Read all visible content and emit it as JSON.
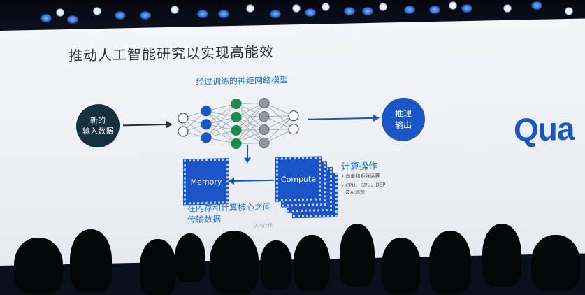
{
  "slide": {
    "title": "推动人工智能研究以实现高能效",
    "nn_label": "经过训练的神经网络模型",
    "input_node": {
      "line1": "新的",
      "line2": "输入数据"
    },
    "output_node": {
      "line1": "推理",
      "line2": "输出"
    },
    "memory_label": "Memory",
    "compute_label": "Compute",
    "ops_title": "计算操作",
    "ops_items": [
      {
        "text": "向量和矩阵运算",
        "sub": ""
      },
      {
        "text": "CPU、GPU、DSP",
        "sub": "及AI加速"
      }
    ],
    "transfer_line1": "在内存和计算核心之间",
    "transfer_line2": "传输数据",
    "faded_text": "从内存传",
    "logo_partial": "Qua"
  },
  "colors": {
    "accent_blue": "#1a57c6",
    "dark_node": "#16303f",
    "green_node": "#1e8a4e",
    "gray_node": "#8f99a3",
    "label_blue": "#2c6fd0"
  }
}
